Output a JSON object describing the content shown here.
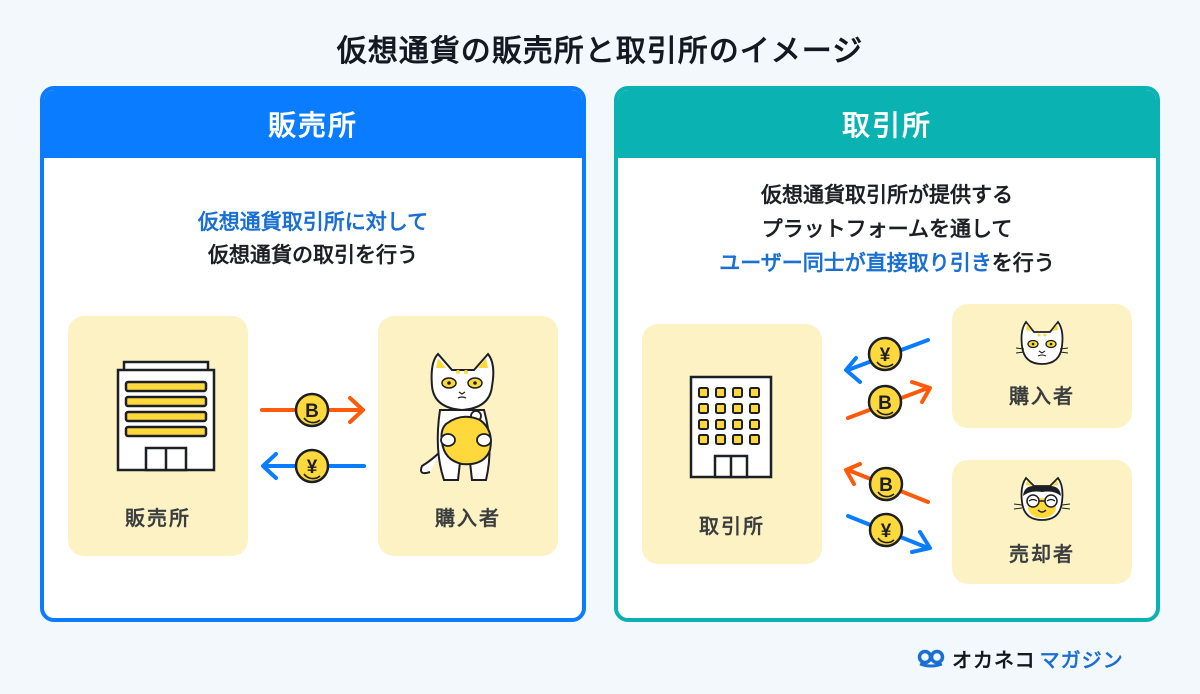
{
  "title": "仮想通貨の販売所と取引所のイメージ",
  "sales_panel": {
    "header": "販売所",
    "desc_line1": "仮想通貨取引所に対して",
    "desc_line2": "仮想通貨の取引を行う",
    "left_card_label": "販売所",
    "right_card_label": "購入者",
    "flows": [
      {
        "coin": "B",
        "direction": "right",
        "color": "#ff5a0a"
      },
      {
        "coin": "¥",
        "direction": "left",
        "color": "#0a7cff"
      }
    ]
  },
  "exchange_panel": {
    "header": "取引所",
    "desc_line1": "仮想通貨取引所が提供する",
    "desc_line2": "プラットフォームを通して",
    "desc_line3_highlight": "ユーザー同士が直接取り引き",
    "desc_line3_rest": "を行う",
    "left_card_label": "取引所",
    "buyer_label": "購入者",
    "seller_label": "売却者",
    "flows": [
      {
        "coin": "¥",
        "from": "buyer",
        "to": "exchange",
        "color": "#0a7cff"
      },
      {
        "coin": "B",
        "from": "exchange",
        "to": "buyer",
        "color": "#ff5a0a"
      },
      {
        "coin": "B",
        "from": "seller",
        "to": "exchange",
        "color": "#ff5a0a"
      },
      {
        "coin": "¥",
        "from": "exchange",
        "to": "seller",
        "color": "#0a7cff"
      }
    ]
  },
  "logo": {
    "part1": "オカネコ",
    "part2": "マガジン"
  },
  "colors": {
    "sales_accent": "#0a7cff",
    "exchange_accent": "#0ab2b2",
    "card_bg": "#fdf2c4",
    "highlight_text": "#1a6fd3",
    "bitcoin_arrow": "#ff5a0a",
    "yen_arrow": "#0a7cff",
    "coin": "#ffd93b"
  }
}
